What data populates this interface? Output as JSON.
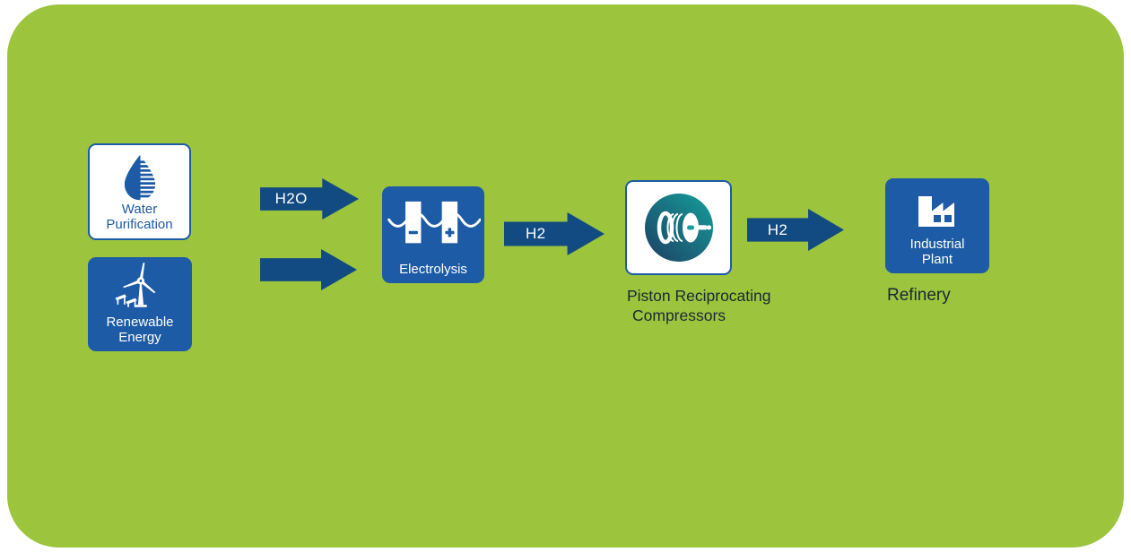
{
  "colors": {
    "background": "#ffffff",
    "panel_green": "#9cc43d",
    "box_blue": "#1d5ba6",
    "arrow_navy": "#114b82",
    "caption_dark": "#1c2734",
    "compressor_gradient_start": "#1e3f63",
    "compressor_gradient_end": "#149f9b",
    "white": "#ffffff"
  },
  "nodes": {
    "water_purification": {
      "icon": "water-drop-icon",
      "line1": "Water",
      "line2": "Purification"
    },
    "renewable_energy": {
      "icon": "wind-turbine-icon",
      "line1": "Renewable",
      "line2": "Energy"
    },
    "electrolysis": {
      "icon": "electrolysis-cell-icon",
      "label": "Electrolysis"
    },
    "piston_compressors": {
      "icon": "piston-compressor-icon",
      "caption_line1": "Piston Reciprocating",
      "caption_line2": "Compressors"
    },
    "industrial_plant": {
      "icon": "factory-icon",
      "line1": "Industrial",
      "line2": "Plant",
      "caption": "Refinery"
    }
  },
  "arrows": {
    "water_to_electrolysis": {
      "label": "H2O"
    },
    "energy_to_electrolysis": {
      "label": ""
    },
    "electrolysis_to_compressor": {
      "label": "H2"
    },
    "compressor_to_plant": {
      "label": "H2"
    }
  }
}
